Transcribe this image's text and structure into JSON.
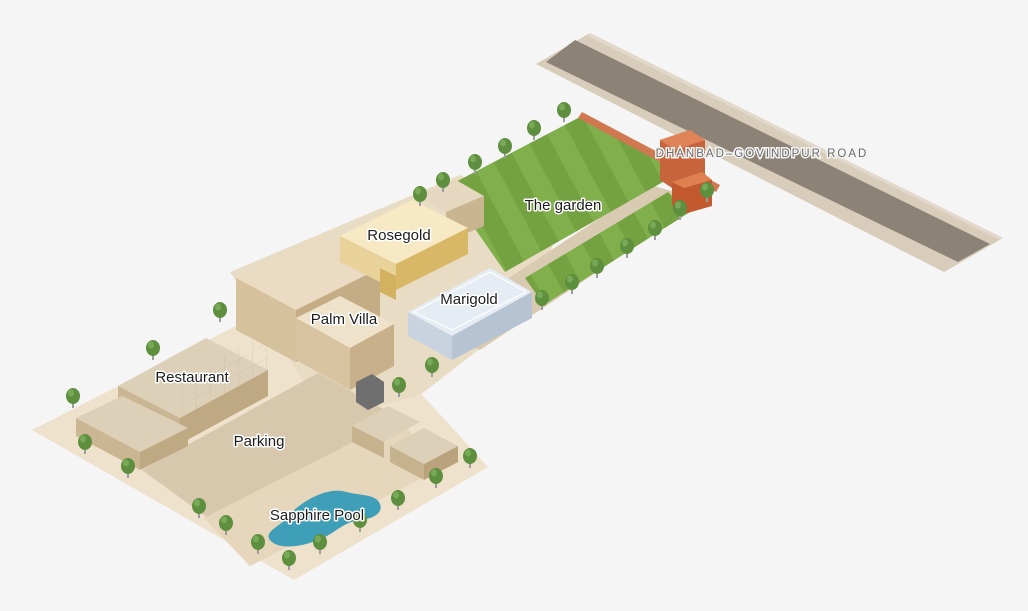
{
  "map": {
    "labels": {
      "road": "DHANBAD–GOVINDPUR ROAD",
      "garden": "The garden",
      "rosegold": "Rosegold",
      "marigold": "Marigold",
      "palm_villa": "Palm Villa",
      "restaurant": "Restaurant",
      "parking": "Parking",
      "pool": "Sapphire Pool"
    },
    "icons": {
      "tree": "tree-icon",
      "gate": "gate-icon"
    },
    "colors": {
      "background": "#f5f5f5",
      "ground": "#efe2cc",
      "lawn": "#7fae4a",
      "lawn_stripe": "#6c9a3a",
      "road": "#8c8275",
      "road_shoulder": "#d8ccba",
      "building_tan": "#d9c7a8",
      "rosegold": "#f4e3b5",
      "marigold": "#dfe7f0",
      "pool": "#3f9fb8",
      "gate": "#c8643c",
      "tree": "#5d8f3e"
    }
  }
}
